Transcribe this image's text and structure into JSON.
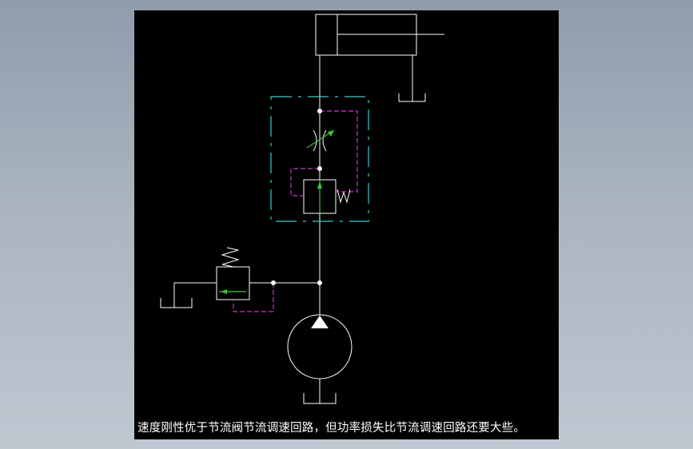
{
  "caption": "速度刚性优于节流阀节流调速回路，但功率损失比节流调速回路还要大些。",
  "colors": {
    "background": "#000000",
    "line": "#ffffff",
    "pilot_line": "#cc33cc",
    "housing": "#33cccc",
    "flow_arrow": "#33cc33",
    "desktop": "#a0adbb"
  },
  "components": [
    {
      "name": "hydraulic-cylinder",
      "type": "single-rod cylinder"
    },
    {
      "name": "speed-control-valve",
      "type": "pressure-compensated flow control valve"
    },
    {
      "name": "throttle-valve",
      "type": "adjustable throttle"
    },
    {
      "name": "pressure-reducing-valve",
      "type": "fixed-differential reducing valve"
    },
    {
      "name": "relief-valve",
      "type": "relief valve"
    },
    {
      "name": "pump",
      "type": "fixed displacement pump"
    },
    {
      "name": "tank",
      "type": "reservoir"
    }
  ]
}
